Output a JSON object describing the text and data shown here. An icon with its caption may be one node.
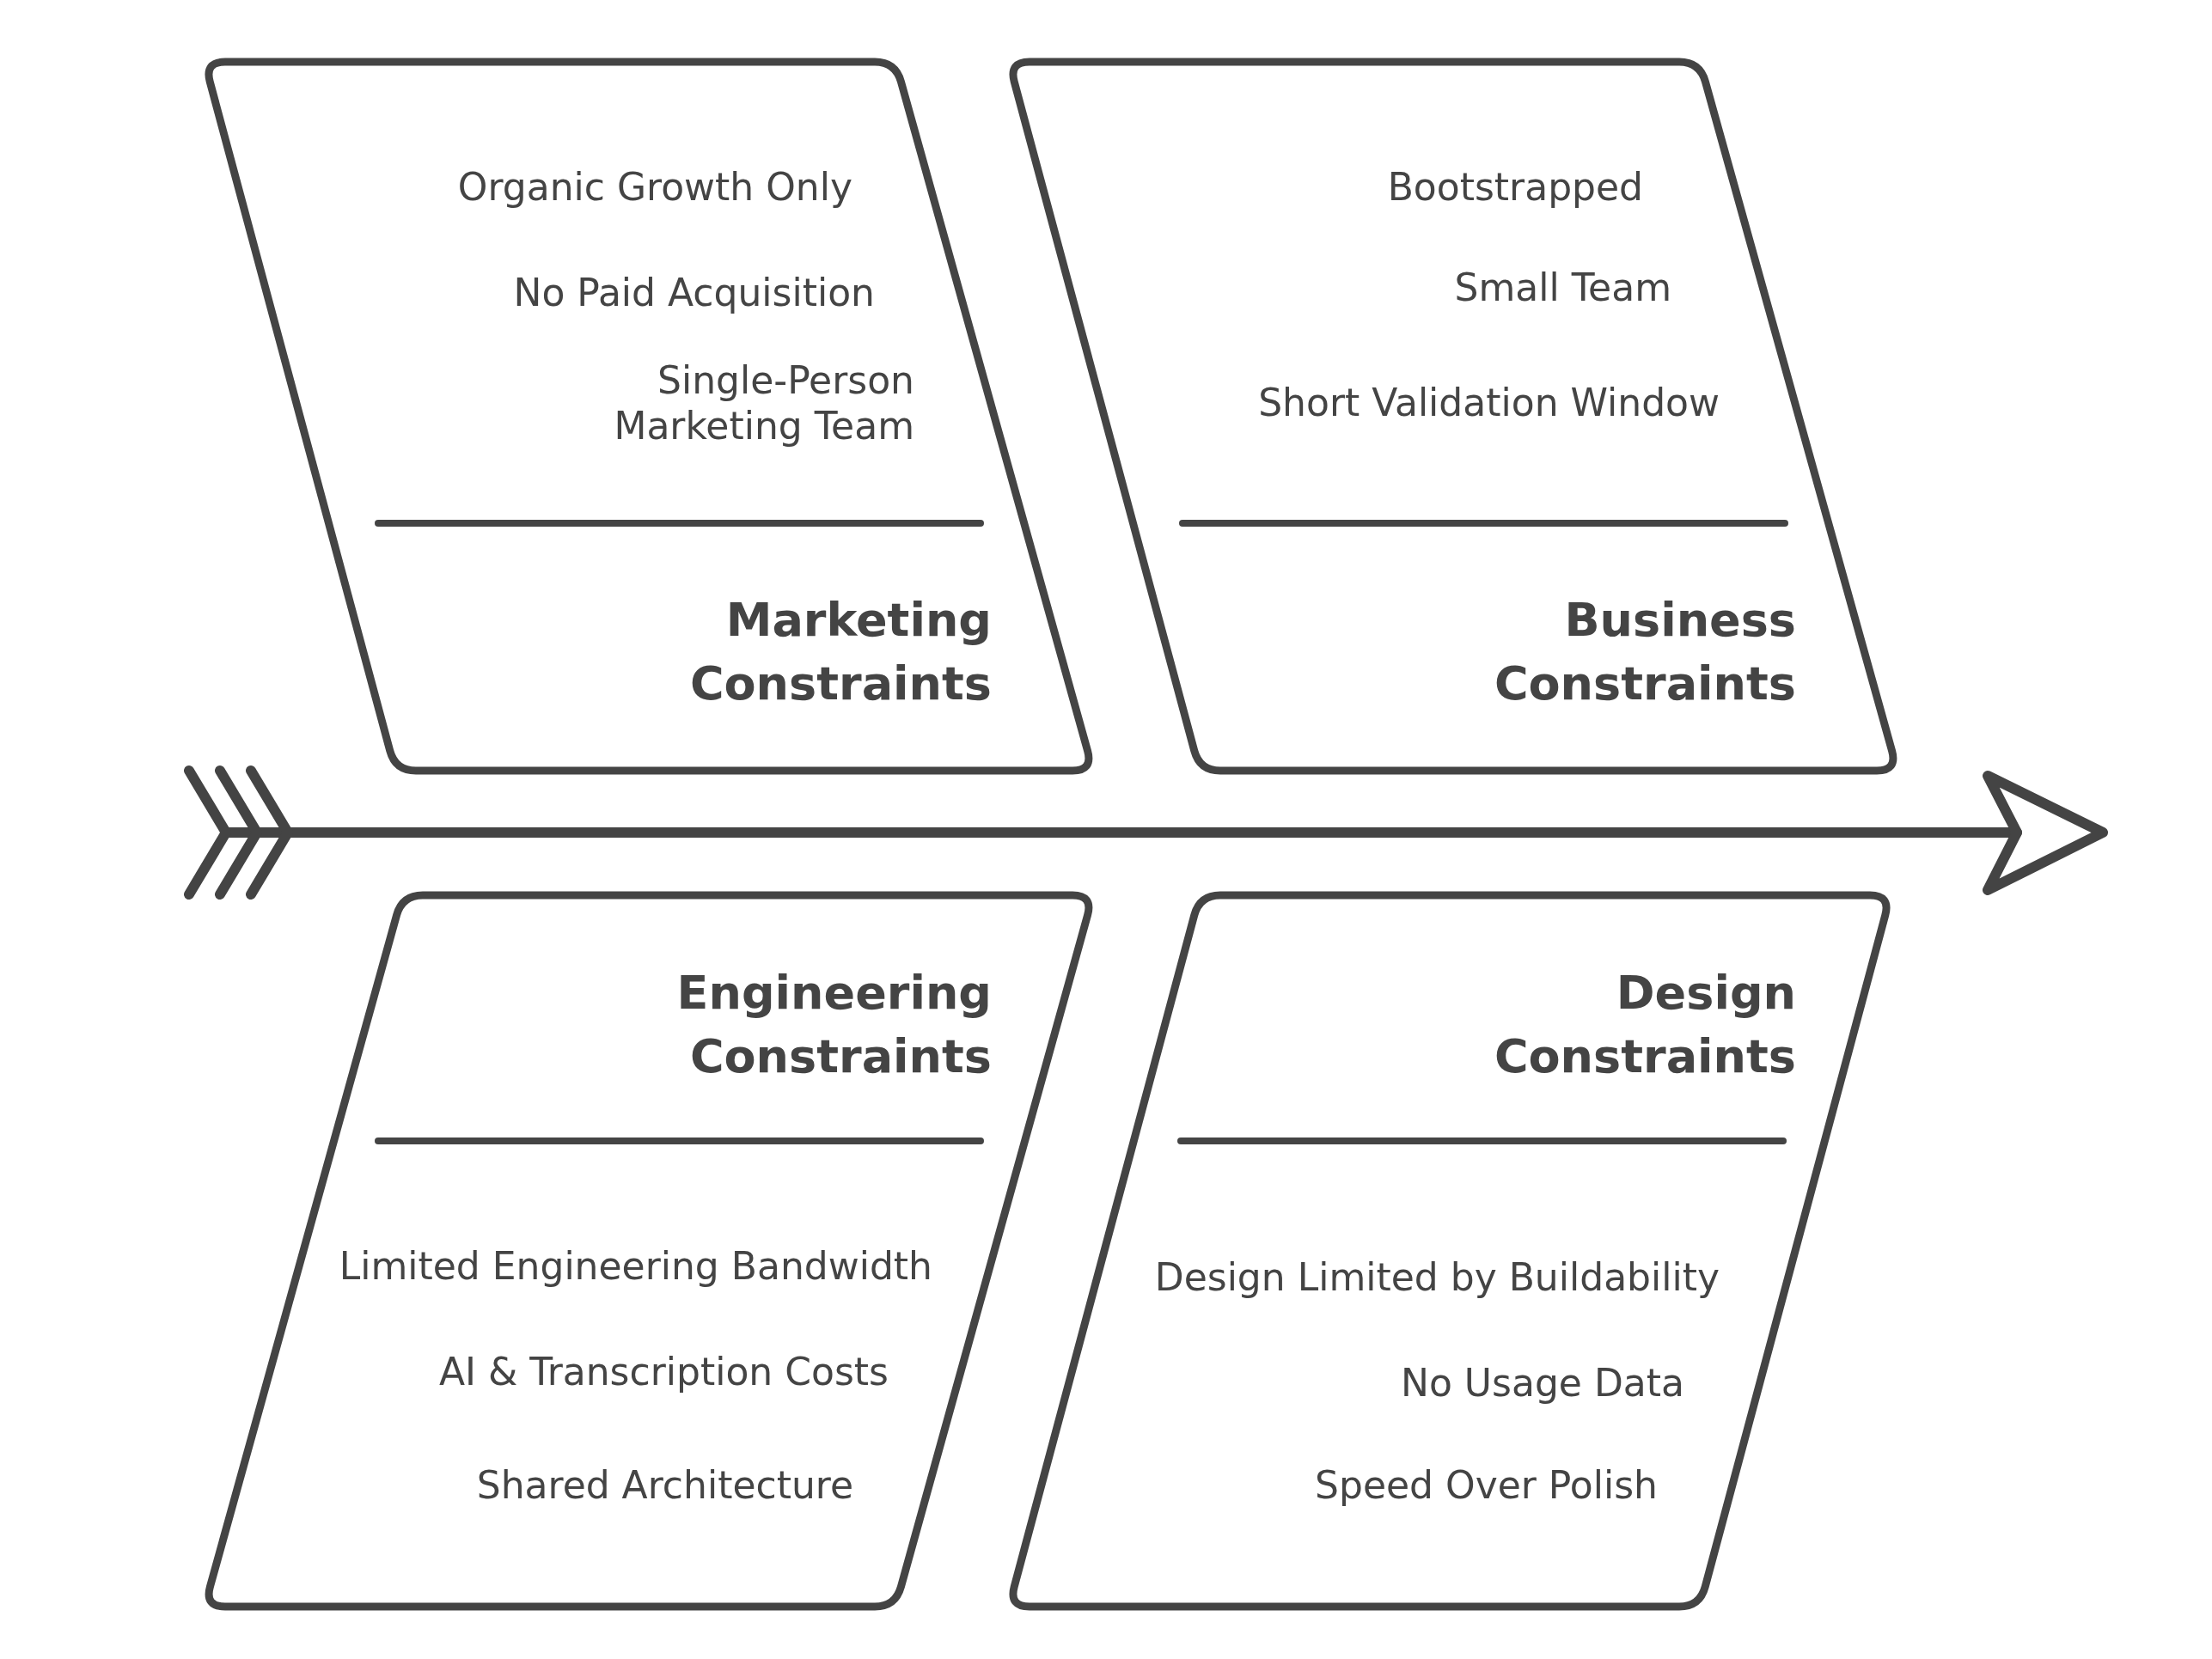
{
  "diagram": {
    "nodes": [
      {
        "text": [
          "Organic Growth Only",
          "No Paid Acquisition",
          "Single-Person Marketing Team",
          "Marketing Constraints"
        ]
      },
      {
        "text": [
          "Bootstrapped",
          "Small Team",
          "Short Validation Window",
          "Business Constraints"
        ]
      },
      {
        "text": [
          "Engineering Constraints",
          "Limited Engineering Bandwidth",
          "AI & Transcription Costs",
          "Shared Architecture"
        ]
      },
      {
        "text": [
          "Design Constraints",
          "Design Limited by Buildability",
          "No Usage Data",
          "Speed Over Polish"
        ]
      }
    ]
  }
}
